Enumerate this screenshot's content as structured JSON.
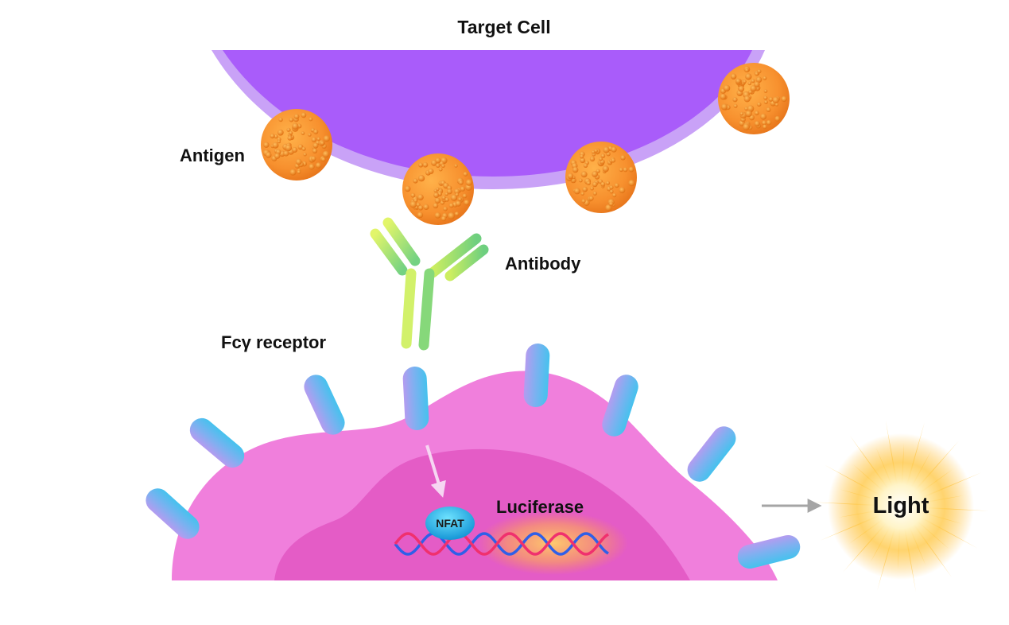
{
  "labels": {
    "target_cell": "Target Cell",
    "antigen": "Antigen",
    "antibody": "Antibody",
    "receptor": "Fcγ receptor",
    "nfat": "NFAT",
    "luciferase": "Luciferase",
    "light": "Light"
  },
  "colors": {
    "target_cell_fill": "#a95cfa",
    "target_cell_membrane": "#c9a2f7",
    "antigen": "#f7902e",
    "antibody_light": "#d4f26a",
    "antibody_dark": "#6fcf7e",
    "effector_cell": "#f07fdc",
    "nucleus": "#e45cc6",
    "receptor_blue": "#58b8ee",
    "receptor_violet": "#b49cf0",
    "nfat": "#22a9e0",
    "dna_red": "#f0306e",
    "dna_blue": "#2f5fe8",
    "arrow_gray": "#a5a5a5",
    "light_glow": "#ffb31a"
  }
}
